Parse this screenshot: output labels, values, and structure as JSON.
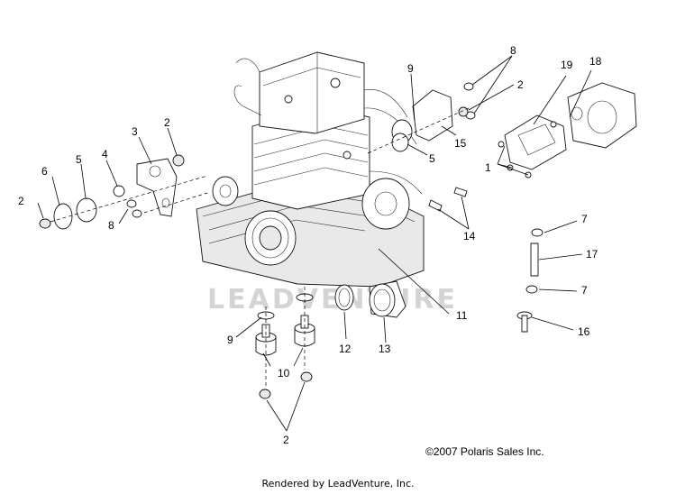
{
  "callouts": {
    "c1": "1",
    "c2a": "2",
    "c2b": "2",
    "c2c": "2",
    "c2d": "2",
    "c3": "3",
    "c4": "4",
    "c5a": "5",
    "c5b": "5",
    "c6": "6",
    "c7a": "7",
    "c7b": "7",
    "c8a": "8",
    "c8b": "8",
    "c9a": "9",
    "c9b": "9",
    "c10": "10",
    "c11": "11",
    "c12": "12",
    "c13": "13",
    "c14": "14",
    "c15": "15",
    "c16": "16",
    "c17": "17",
    "c18": "18",
    "c19": "19"
  },
  "watermark": "LEADVENTURE",
  "copyright": "©2007  Polaris Sales Inc.",
  "rendered_by": "Rendered by LeadVenture, Inc."
}
